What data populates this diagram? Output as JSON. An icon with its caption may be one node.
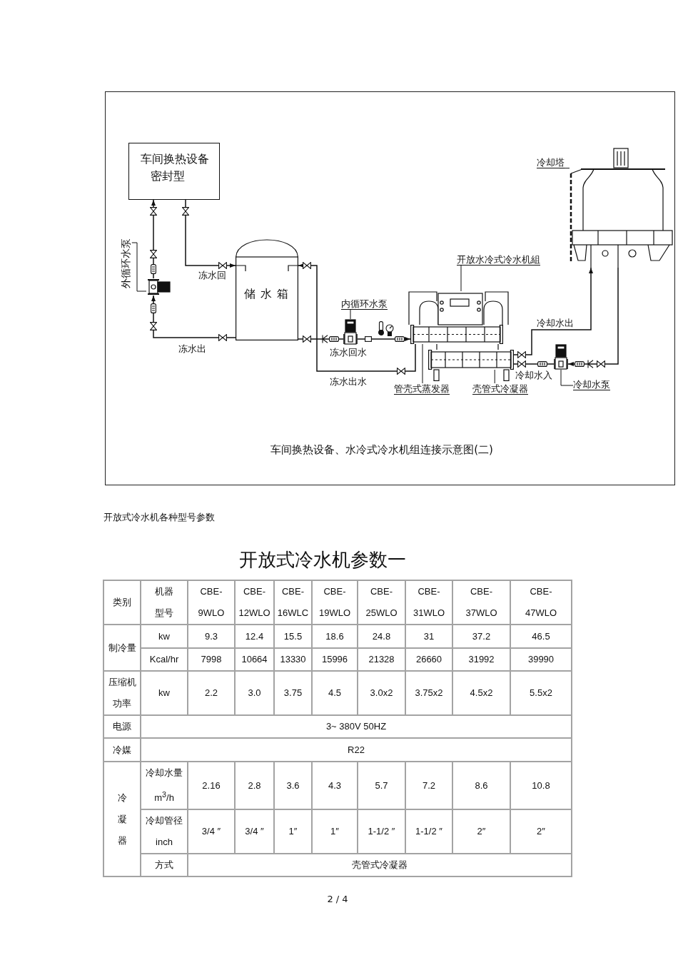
{
  "diagram": {
    "caption": "车间换热设备、水冷式冷水机组连接示意图(二)",
    "nodes": [
      {
        "text": [
          "车间换热设备",
          "密封型"
        ]
      },
      {
        "text": [
          "外循环水泵"
        ]
      },
      {
        "text": [],
        "shape": "picture"
      },
      {
        "text": [
          "储水箱"
        ]
      },
      {
        "text": [
          "内循环水泵"
        ]
      },
      {
        "text": [],
        "shape": "picture"
      },
      {
        "text": [
          "开放水冷式冷水机組"
        ]
      },
      {
        "text": [],
        "shape": "picture"
      },
      {
        "text": [],
        "shape": "cylinder",
        "in": 7
      },
      {
        "text": [],
        "shape": "cylinder",
        "in": 7
      },
      {
        "text": [
          "管壳式蒸发器"
        ]
      },
      {
        "text": [
          "壳管式冷凝器"
        ]
      },
      {
        "text": [
          "冷却塔"
        ]
      },
      {
        "text": [],
        "shape": "picture"
      },
      {
        "text": [
          "冷却水泵"
        ]
      },
      {
        "text": [],
        "shape": "picture"
      }
    ],
    "edges": [
      {
        "from": 3,
        "to": 2,
        "arrow": "to",
        "label": "冻水出"
      },
      {
        "from": 2,
        "to": 0,
        "arrow": "to"
      },
      {
        "from": 0,
        "to": 3,
        "arrow": "to",
        "label": "冻水回"
      },
      {
        "from": 3,
        "to": 5,
        "arrow": "none",
        "label": "冻水回水"
      },
      {
        "from": 5,
        "to": 8,
        "arrow": "to"
      },
      {
        "from": 8,
        "to": 3,
        "arrow": "to",
        "label": "冻水出水"
      },
      {
        "from": 9,
        "to": 13,
        "arrow": "to",
        "label": "冷却水出"
      },
      {
        "from": 13,
        "to": 15,
        "arrow": "to"
      },
      {
        "from": 15,
        "to": 9,
        "arrow": "none",
        "label": "冷却水入"
      },
      {
        "from": 1,
        "to": 2,
        "arrow": "none"
      },
      {
        "from": 4,
        "to": 5,
        "arrow": "none"
      },
      {
        "from": 6,
        "to": 7,
        "arrow": "none"
      },
      {
        "from": 10,
        "to": 8,
        "arrow": "none"
      },
      {
        "from": 11,
        "to": 9,
        "arrow": "none"
      },
      {
        "from": 12,
        "to": 13,
        "arrow": "none"
      },
      {
        "from": 14,
        "to": 15,
        "arrow": "none"
      }
    ],
    "labels": [
      "开放式冷水机各种型号参数",
      "开放式冷水机参数一",
      "类别",
      "机器型号",
      "CBE- 9WLO",
      "CBE- 12WLO",
      "CBE- 16WLC",
      "CBE- 19WLO",
      "CBE- 25WLO",
      "CBE- 31WLO",
      "CBE- 37WLO",
      "CBE- 47WLO",
      "制冷量",
      "kw",
      "9.3",
      "12.4",
      "15.5",
      "18.6",
      "24.8",
      "31",
      "37.2",
      "46.5",
      "Kcal/hr",
      "7998",
      "10664",
      "13330",
      "15996",
      "21328",
      "26660",
      "31992",
      "39990",
      "压缩机功率",
      "kw",
      "2.2",
      "3.0",
      "3.75",
      "4.5",
      "3.0x2",
      "3.75x2",
      "4.5x2",
      "5.5x2",
      "电源",
      "3~ 380V 50HZ",
      "冷媒",
      "R22",
      "冷凝器",
      "冷却水量 m$^{3}$/h",
      "2.16",
      "2.8",
      "3.6",
      "4.3",
      "5.7",
      "7.2",
      "8.6",
      "10.8",
      "冷却管径 inch",
      "3/4 ″",
      "3/4 ″",
      "1″",
      "1″",
      "1-1/2 ″",
      "1-1/2 ″",
      "2″",
      "2″",
      "方式",
      "壳管式冷凝器",
      "2 / 4"
    ]
  }
}
